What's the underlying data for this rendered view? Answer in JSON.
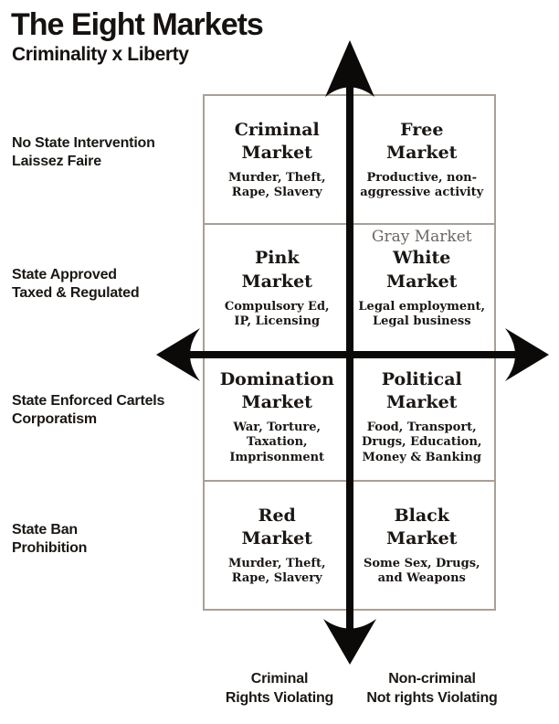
{
  "title": "The Eight Markets",
  "subtitle": "Criminality x Liberty",
  "row_labels": [
    "No State Intervention\nLaissez Faire",
    "State Approved\nTaxed & Regulated",
    "State Enforced Cartels\nCorporatism",
    "State Ban\nProhibition"
  ],
  "grid": {
    "gray_market_label": "Gray Market",
    "cells": [
      {
        "title": "Criminal\nMarket",
        "desc": "Murder, Theft,\nRape, Slavery"
      },
      {
        "title": "Free\nMarket",
        "desc": "Productive, non-\naggressive activity"
      },
      {
        "title": "Pink\nMarket",
        "desc": "Compulsory Ed,\nIP, Licensing"
      },
      {
        "title": "White\nMarket",
        "desc": "Legal employment,\nLegal business"
      },
      {
        "title": "Domination\nMarket",
        "desc": "War, Torture,\nTaxation,\nImprisonment"
      },
      {
        "title": "Political\nMarket",
        "desc": "Food, Transport,\nDrugs, Education,\nMoney & Banking"
      },
      {
        "title": "Red\nMarket",
        "desc": "Murder, Theft,\nRape, Slavery"
      },
      {
        "title": "Black\nMarket",
        "desc": "Some Sex, Drugs,\nand Weapons"
      }
    ]
  },
  "x_axis_labels": [
    "Criminal\nRights Violating",
    "Non-criminal\nNot rights Violating"
  ],
  "colors": {
    "grid_border": "#a8a096",
    "axis": "#0c0a09",
    "gray_label": "#6b6661",
    "text": "#181411"
  }
}
